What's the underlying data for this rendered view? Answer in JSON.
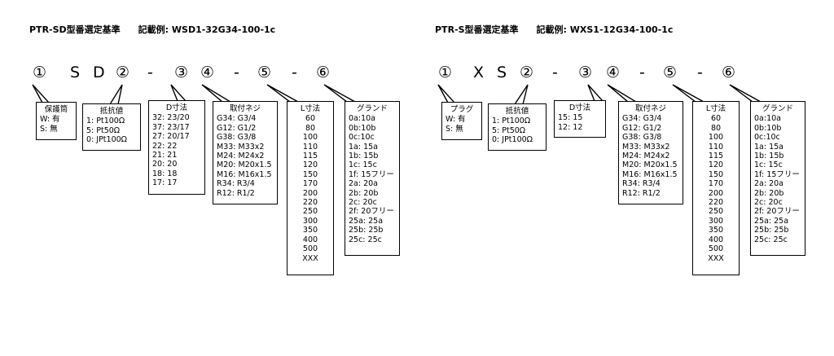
{
  "left": {
    "header": {
      "title": "PTR-SD型番選定基準",
      "example": "記載例: WSD1-32G34-100-1c"
    },
    "code_symbols": [
      "①",
      "S",
      "D",
      "②",
      "-",
      "③",
      "④",
      "-",
      "⑤",
      "-",
      "⑥"
    ],
    "boxes": [
      {
        "title": "保護筒",
        "rows": [
          "W: 有",
          "S:  無"
        ]
      },
      {
        "title": "抵抗値",
        "rows": [
          "1:  Pt100Ω",
          "5:  Pt50Ω",
          "0:  JPt100Ω"
        ]
      },
      {
        "title": "D寸法",
        "rows": [
          "32:  23/20",
          "37:  23/17",
          "27:  20/17",
          "22:  22",
          "21:  21",
          "20:  20",
          "18:  18",
          "17:  17"
        ]
      },
      {
        "title": "取付ネジ",
        "rows": [
          "G34: G3/4",
          "G12: G1/2",
          "G38: G3/8",
          "M33: M33x2",
          "M24: M24x2",
          "M20: M20x1.5",
          "M16: M16x1.5",
          "R34: R3/4",
          "R12: R1/2"
        ]
      },
      {
        "title": "L寸法",
        "rows": [
          "60",
          "80",
          "100",
          "110",
          "115",
          "120",
          "150",
          "170",
          "200",
          "220",
          "250",
          "300",
          "350",
          "400",
          "500",
          "XXX"
        ]
      },
      {
        "title": "グランド",
        "rows": [
          "0a:10a",
          "0b:10b",
          "0c:10c",
          "1a: 15a",
          "1b: 15b",
          "1c: 15c",
          "1f: 15フリー",
          "2a: 20a",
          "2b: 20b",
          "2c: 20c",
          "2f: 20フリー",
          "25a: 25a",
          "25b: 25b",
          "25c: 25c"
        ]
      }
    ]
  },
  "right": {
    "header": {
      "title": "PTR-S型番選定基準",
      "example": "記載例: WXS1-12G34-100-1c"
    },
    "code_symbols": [
      "①",
      "X",
      "S",
      "②",
      "-",
      "③",
      "④",
      "-",
      "⑤",
      "-",
      "⑥"
    ],
    "boxes": [
      {
        "title": "プラグ",
        "rows": [
          "W: 有",
          "S:  無"
        ]
      },
      {
        "title": "抵抗値",
        "rows": [
          "1:  Pt100Ω",
          "5:  Pt50Ω",
          "0:  JPt100Ω"
        ]
      },
      {
        "title": "D寸法",
        "rows": [
          "15:  15",
          "12:  12"
        ]
      },
      {
        "title": "取付ネジ",
        "rows": [
          "G34: G3/4",
          "G12: G1/2",
          "G38: G3/8",
          "M33: M33x2",
          "M24: M24x2",
          "M20: M20x1.5",
          "M16: M16x1.5",
          "R34: R3/4",
          "R12: R1/2"
        ]
      },
      {
        "title": "L寸法",
        "rows": [
          "60",
          "80",
          "100",
          "110",
          "115",
          "120",
          "150",
          "170",
          "200",
          "220",
          "250",
          "300",
          "350",
          "400",
          "500",
          "XXX"
        ]
      },
      {
        "title": "グランド",
        "rows": [
          "0a:10a",
          "0b:10b",
          "0c:10c",
          "1a: 15a",
          "1b: 15b",
          "1c: 15c",
          "1f: 15フリー",
          "2a: 20a",
          "2b: 20b",
          "2c: 20c",
          "2f: 20フリー",
          "25a: 25a",
          "25b: 25b",
          "25c: 25c"
        ]
      }
    ]
  }
}
